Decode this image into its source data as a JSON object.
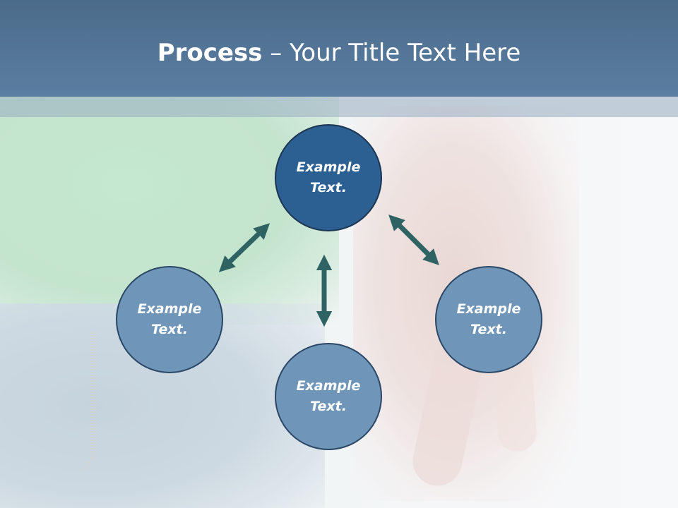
{
  "slide": {
    "title_bold": "Process",
    "title_rest": " – Your Title Text Here"
  },
  "diagram": {
    "nodes": [
      {
        "id": "top",
        "text": "Example\nText."
      },
      {
        "id": "left",
        "text": "Example\nText."
      },
      {
        "id": "right",
        "text": "Example\nText."
      },
      {
        "id": "bottom",
        "text": "Example\nText."
      }
    ]
  },
  "colors": {
    "header": "#5a7ea2",
    "node_primary": "#2c5f92",
    "node_secondary": "#6f95b8",
    "arrow": "#2f6262"
  }
}
